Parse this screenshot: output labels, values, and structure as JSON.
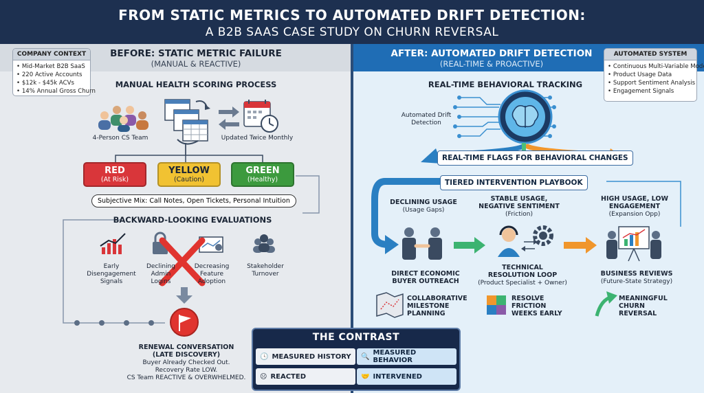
{
  "header": {
    "title": "FROM STATIC METRICS TO AUTOMATED DRIFT DETECTION:",
    "subtitle": "A B2B SAAS CASE STUDY ON CHURN REVERSAL"
  },
  "before": {
    "title": "BEFORE: STATIC METRIC FAILURE",
    "subtitle": "(MANUAL & REACTIVE)",
    "company_context": {
      "heading": "COMPANY CONTEXT",
      "items": [
        "Mid-Market B2B SaaS",
        "220 Active Accounts",
        "$12k - $45k ACVs",
        "14% Annual Gross Churn"
      ]
    },
    "process_title": "MANUAL HEALTH SCORING PROCESS",
    "team_label": "4-Person CS Team",
    "updated_label": "Updated Twice Monthly",
    "statuses": [
      {
        "name": "RED",
        "sub": "(At Risk)",
        "color": "#d9363a"
      },
      {
        "name": "YELLOW",
        "sub": "(Caution)",
        "color": "#f1c232"
      },
      {
        "name": "GREEN",
        "sub": "(Healthy)",
        "color": "#3c9a3e"
      }
    ],
    "subjective_mix": "Subjective Mix: Call Notes, Open Tickets, Personal Intuition",
    "backward_title": "BACKWARD-LOOKING EVALUATIONS",
    "signals": [
      "Early Disengagement Signals",
      "Declining Admin Logins",
      "Decreasing Feature Adoption",
      "Stakeholder Turnover"
    ],
    "renewal": {
      "title": "RENEWAL CONVERSATION",
      "title2": "(LATE DISCOVERY)",
      "lines": [
        "Buyer Already Checked Out.",
        "Recovery Rate LOW.",
        "CS Team REACTIVE & OVERWHELMED."
      ]
    }
  },
  "after": {
    "title": "AFTER: AUTOMATED DRIFT DETECTION",
    "subtitle": "(REAL-TIME & PROACTIVE)",
    "system": {
      "heading": "AUTOMATED SYSTEM",
      "items": [
        "Continuous Multi-Variable Model",
        "Product Usage Data",
        "Support Sentiment Analysis",
        "Engagement Signals"
      ]
    },
    "tracking_title": "REAL-TIME BEHAVIORAL TRACKING",
    "drift_label": "Automated Drift Detection",
    "flags_banner": "REAL-TIME FLAGS FOR BEHAVIORAL CHANGES",
    "playbook_banner": "TIERED INTERVENTION PLAYBOOK",
    "tiers": [
      {
        "title": "DECLINING USAGE",
        "sub": "(Usage Gaps)",
        "action": "DIRECT ECONOMIC BUYER OUTREACH",
        "action_sub": "",
        "outcome": "COLLABORATIVE MILESTONE PLANNING"
      },
      {
        "title": "STABLE USAGE, NEGATIVE SENTIMENT",
        "sub": "(Friction)",
        "action": "TECHNICAL RESOLUTION LOOP",
        "action_sub": "(Product Specialist + Owner)",
        "outcome": "RESOLVE FRICTION WEEKS EARLY"
      },
      {
        "title": "HIGH USAGE, LOW ENGAGEMENT",
        "sub": "(Expansion Opp)",
        "action": "BUSINESS REVIEWS",
        "action_sub": "(Future-State Strategy)",
        "outcome": "MEANINGFUL CHURN REVERSAL"
      }
    ]
  },
  "contrast": {
    "title": "THE CONTRAST",
    "rows": [
      {
        "before": "MEASURED HISTORY",
        "after": "MEASURED BEHAVIOR"
      },
      {
        "before": "REACTED",
        "after": "INTERVENED"
      }
    ]
  }
}
